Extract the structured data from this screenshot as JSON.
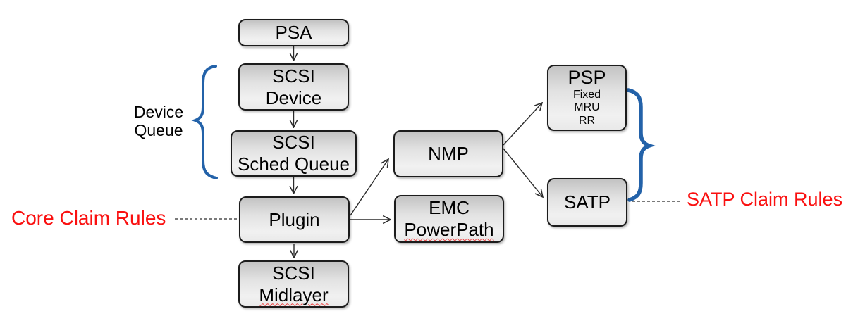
{
  "colors": {
    "brace_blue": "#2362A9",
    "label_red": "#FA1010",
    "line_black": "#2b2b2b",
    "box_border": "#1c1c1c"
  },
  "nodes": {
    "psa": {
      "lines": [
        "PSA"
      ]
    },
    "scsi_device": {
      "lines": [
        "SCSI",
        "Device"
      ]
    },
    "scsi_sched_queue": {
      "lines": [
        "SCSI",
        "Sched Queue"
      ]
    },
    "plugin": {
      "lines": [
        "Plugin"
      ]
    },
    "scsi_midlayer": {
      "lines": [
        "SCSI",
        "Midlayer"
      ]
    },
    "nmp": {
      "lines": [
        "NMP"
      ]
    },
    "emc_powerpath": {
      "lines": [
        "EMC",
        "PowerPath"
      ]
    },
    "psp": {
      "title": "PSP",
      "options": [
        "Fixed",
        "MRU",
        "RR"
      ]
    },
    "satp": {
      "lines": [
        "SATP"
      ]
    }
  },
  "labels": {
    "device_queue": {
      "lines": [
        "Device",
        "Queue"
      ]
    },
    "core_claim_rules": "Core Claim Rules",
    "satp_claim_rules": "SATP Claim Rules"
  }
}
